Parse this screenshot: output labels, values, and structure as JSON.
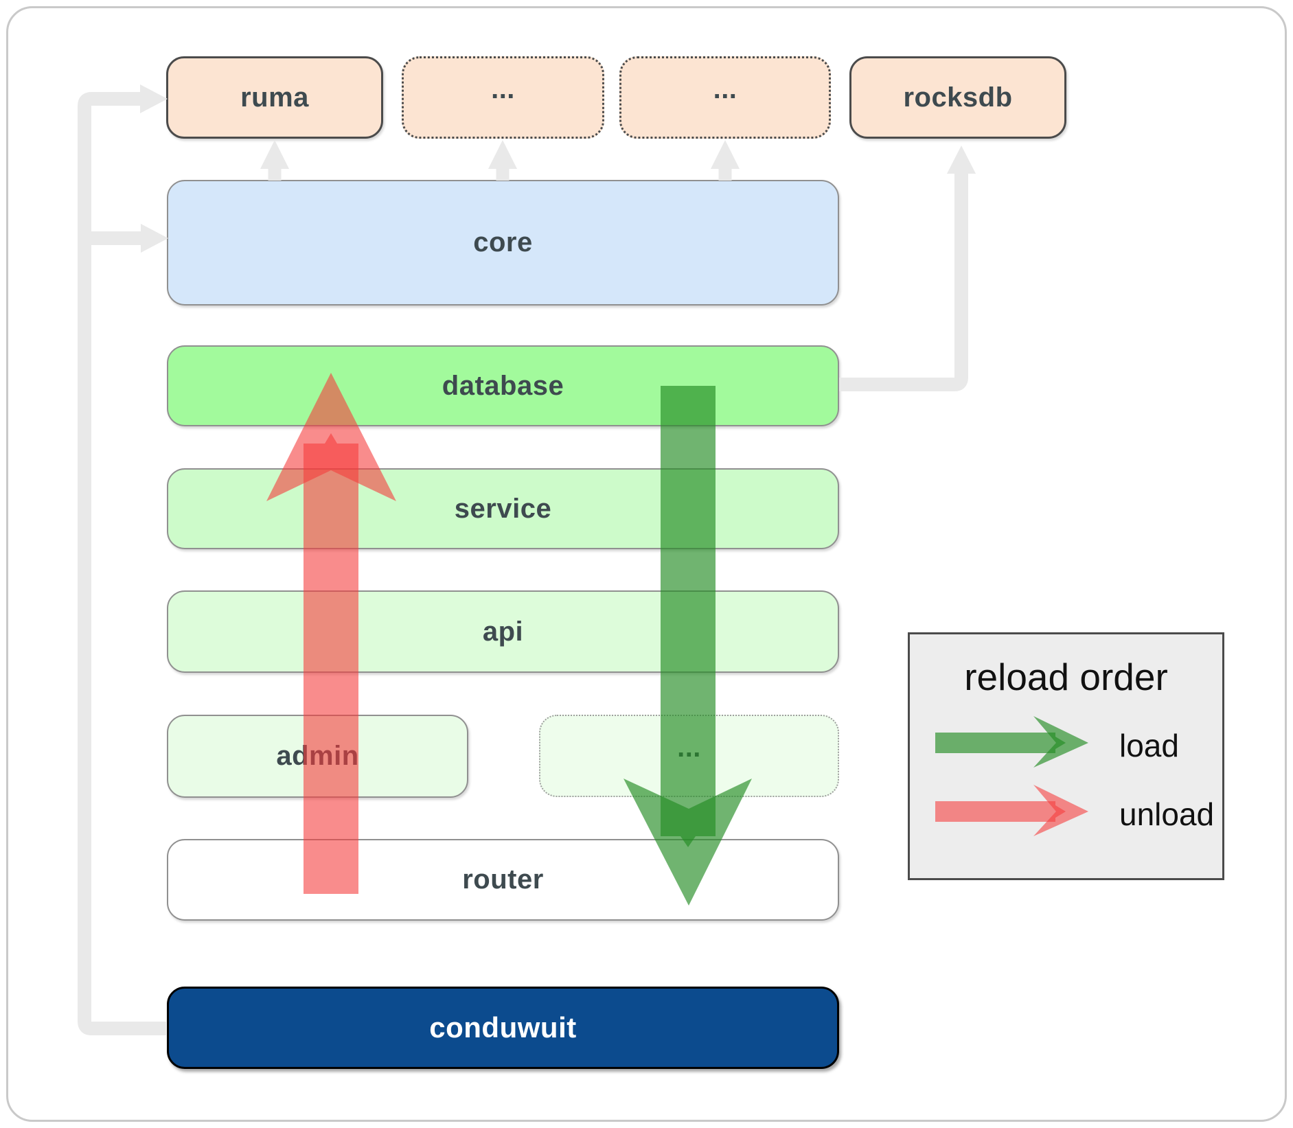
{
  "figure": {
    "top_row": [
      {
        "label": "ruma"
      },
      {
        "label": "..."
      },
      {
        "label": "..."
      },
      {
        "label": "rocksdb"
      }
    ],
    "layers": {
      "core": "core",
      "database": "database",
      "service": "service",
      "api": "api",
      "router": "router"
    },
    "admin_row": [
      {
        "label": "admin"
      },
      {
        "label": "..."
      }
    ],
    "app": {
      "label": "conduwuit"
    },
    "legend": {
      "title": "reload order",
      "load_label": "load",
      "unload_label": "unload"
    },
    "colors": {
      "load_green": "#248c24",
      "unload_red": "#f53c3c",
      "connector_gray": "#e9e9e9",
      "module_peach": "#fce4d2",
      "core_blue": "#d5e7fa",
      "database_green": "#a2fa9c",
      "service_green": "#cdfbca",
      "api_green": "#ddfcda",
      "admin_green": "#e9fce7",
      "conduwuit_navy": "#0c4b8e"
    }
  }
}
